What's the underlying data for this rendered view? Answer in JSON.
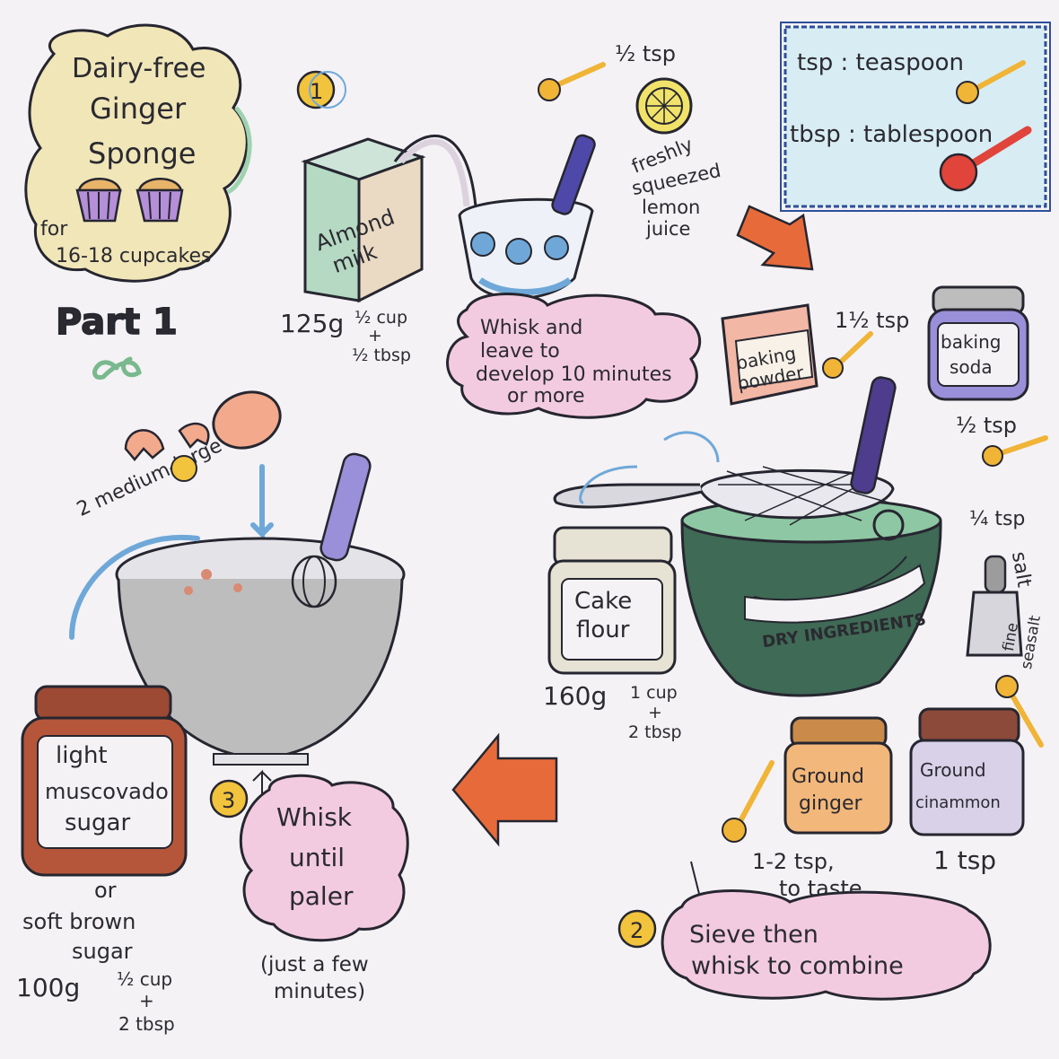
{
  "title": {
    "line1": "Dairy-free",
    "line2": "Ginger",
    "line3": "Sponge",
    "serves": "for",
    "serves_count": "16-18 cupcakes"
  },
  "part_label": "Part 1",
  "legend": {
    "tsp": "tsp : teaspoon",
    "tbsp": "tbsp : tablespoon"
  },
  "step1": {
    "number": "1",
    "milk_label_1": "Almond",
    "milk_label_2": "milk",
    "milk_amount": "125g",
    "milk_measure": [
      "½ cup",
      "+",
      "½ tbsp"
    ],
    "lemon_amount": "½ tsp",
    "lemon_label": [
      "freshly",
      "squeezed",
      "lemon",
      "juice"
    ],
    "instruction": [
      "Whisk and",
      "leave to",
      "develop 10 minutes",
      "or more"
    ]
  },
  "step2": {
    "number": "2",
    "baking_powder": [
      "baking",
      "powder"
    ],
    "baking_powder_amount": "1½ tsp",
    "baking_soda": [
      "baking",
      "soda"
    ],
    "baking_soda_amount": "½ tsp",
    "salt_amount": "¼ tsp",
    "salt_label": "salt",
    "salt_jar_label": [
      "fine",
      "seasalt"
    ],
    "flour_label": [
      "Cake",
      "flour"
    ],
    "flour_amount": "160g",
    "flour_measure": [
      "1 cup",
      "+",
      "2 tbsp"
    ],
    "bowl_label": "DRY INGREDIENTS",
    "ginger_label": [
      "Ground",
      "ginger"
    ],
    "ginger_amount": [
      "1-2 tsp,",
      "to taste"
    ],
    "cinnamon_label": [
      "Ground",
      "cinammon"
    ],
    "cinnamon_amount": "1 tsp",
    "instruction": [
      "Sieve then",
      "whisk to combine"
    ]
  },
  "step3": {
    "number": "3",
    "eggs_label": "2 medium-large eggs",
    "sugar_label": [
      "light",
      "muscovado",
      "sugar"
    ],
    "sugar_alt": [
      "or",
      "soft brown",
      "sugar"
    ],
    "sugar_amount": "100g",
    "sugar_measure": [
      "½ cup",
      "+",
      "2 tbsp"
    ],
    "instruction": [
      "Whisk",
      "until",
      "paler"
    ],
    "note": [
      "(just a few",
      "minutes)"
    ]
  },
  "colors": {
    "paper": "#f4f2f5",
    "ink": "#262630",
    "title_cloud": "#f1e6b8",
    "whisk_cloud": "#f3cbe0",
    "sieve_cloud": "#f3cbe0",
    "legend_bg": "#d8ecf3",
    "legend_border": "#2d4e9a",
    "badge": "#f2c33c",
    "arrow": "#e76b3a",
    "bowl_green": "#3f6a55",
    "bowl_grey": "#bdbdbd",
    "whisk_handle": "#7c6cc7",
    "pink": "#f2a98c",
    "blue_arrow": "#6fa8d8"
  }
}
